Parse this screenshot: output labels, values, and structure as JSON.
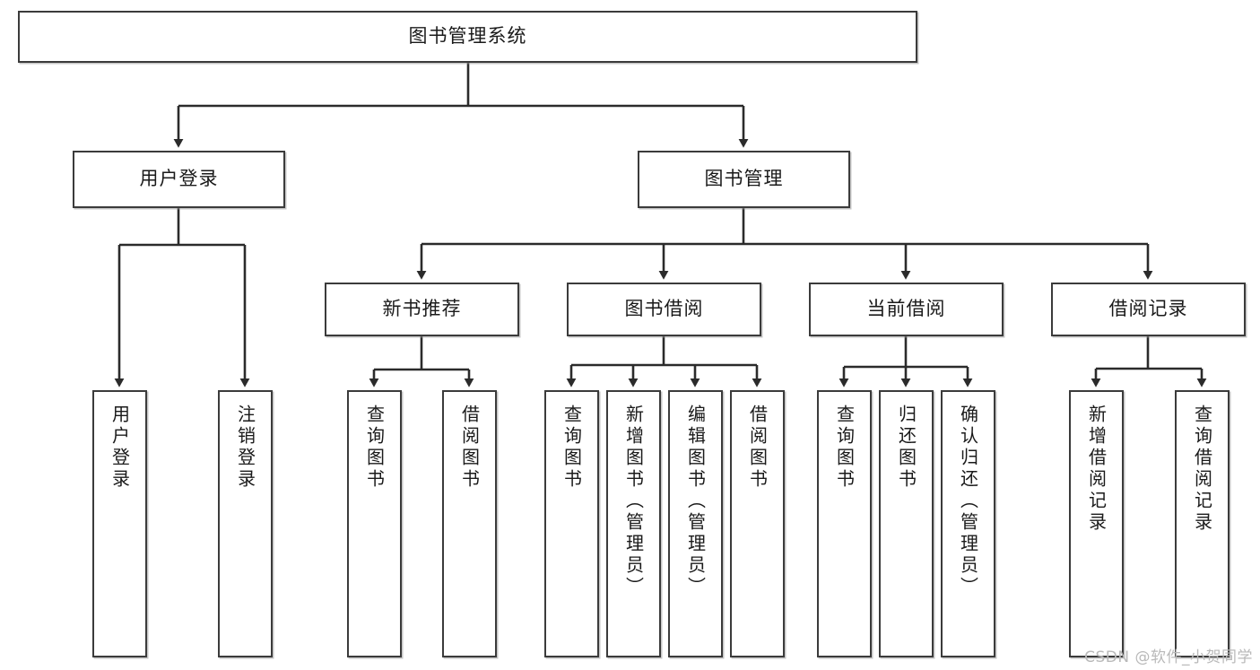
{
  "diagram": {
    "type": "tree-hierarchy-chart",
    "title": "图书管理系统",
    "stroke_color": "#3b3b3b",
    "fill_color": "#ffffff",
    "text_color": "#1a1a1a"
  },
  "root": {
    "label": "图书管理系统"
  },
  "level2": [
    {
      "label": "用户登录"
    },
    {
      "label": "图书管理"
    }
  ],
  "level3": [
    {
      "label": "新书推荐"
    },
    {
      "label": "图书借阅"
    },
    {
      "label": "当前借阅"
    },
    {
      "label": "借阅记录"
    }
  ],
  "leaves": {
    "user_login": [
      {
        "label": "用户登录"
      },
      {
        "label": "注销登录"
      }
    ],
    "new_book": [
      {
        "label": "查询图书"
      },
      {
        "label": "借阅图书"
      }
    ],
    "book_borrow": [
      {
        "label": "查询图书"
      },
      {
        "label": "新增图书（管理员）"
      },
      {
        "label": "编辑图书（管理员）"
      },
      {
        "label": "借阅图书"
      }
    ],
    "current_borrow": [
      {
        "label": "查询图书"
      },
      {
        "label": "归还图书"
      },
      {
        "label": "确认归还（管理员）"
      }
    ],
    "borrow_record": [
      {
        "label": "新增借阅记录"
      },
      {
        "label": "查询借阅记录"
      }
    ]
  },
  "watermark": {
    "text": "CSDN @软件_小贺同学"
  }
}
